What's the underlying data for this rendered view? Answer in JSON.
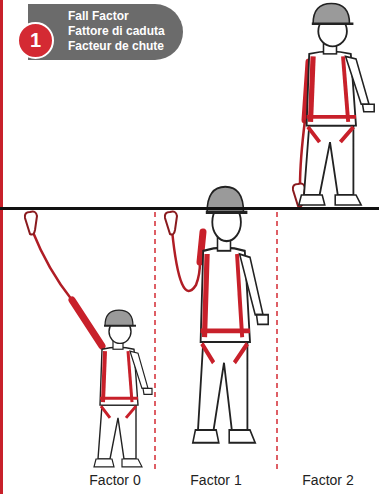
{
  "diagram": {
    "nodes": [
      {
        "text": [
          "Fall Factor",
          "Fattore di caduta",
          "Facteur de chute"
        ]
      },
      {
        "text": [
          "1"
        ]
      }
    ],
    "labels": [
      "Factor 0",
      "Factor 1",
      "Factor 2"
    ]
  }
}
